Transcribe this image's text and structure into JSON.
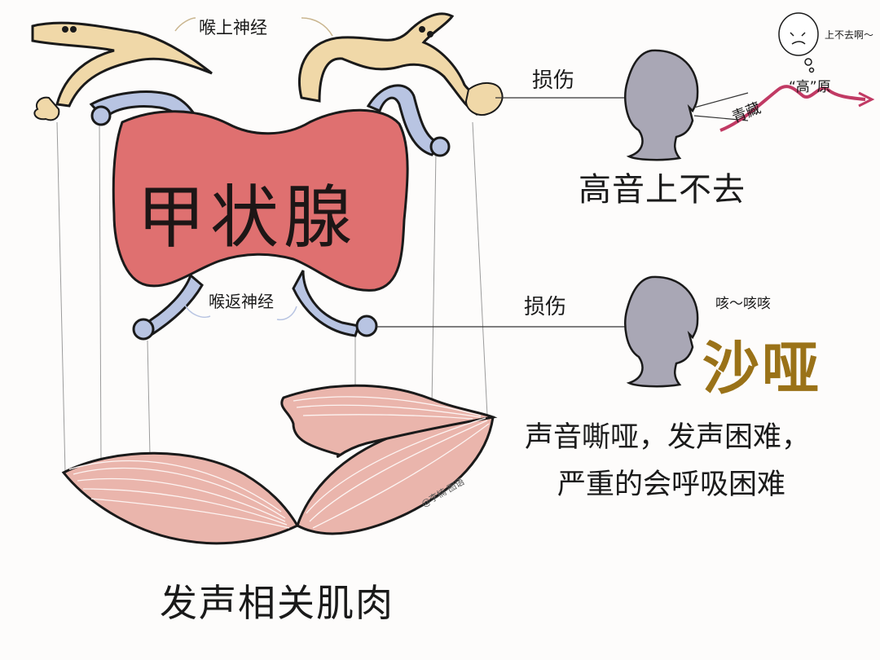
{
  "labels": {
    "thyroid": "甲状腺",
    "superior_laryngeal_nerve": "喉上神经",
    "recurrent_laryngeal_nerve": "喉返神经",
    "damage_top": "损伤",
    "damage_bottom": "损伤",
    "cannot_reach_high_notes": "高音上不去",
    "hoarse": "沙哑",
    "cough": "咳～咳咳",
    "symptom_line1": "声音嘶哑，发声困难，",
    "symptom_line2": "严重的会呼吸困难",
    "vocal_muscles": "发声相关肌肉",
    "thought_bubble": "上不去啊～",
    "song_part1": "青藏",
    "song_part2": "“高”原",
    "watermark": "@李楠·图语"
  },
  "colors": {
    "thyroid_fill": "#df7070",
    "superior_nerve": "#f0d8a8",
    "recurrent_nerve": "#b8c4e2",
    "muscle": "#eab5ac",
    "head": "#a9a7b5",
    "hoarse_text": "#9a7218",
    "song_wave": "#c13a64"
  }
}
